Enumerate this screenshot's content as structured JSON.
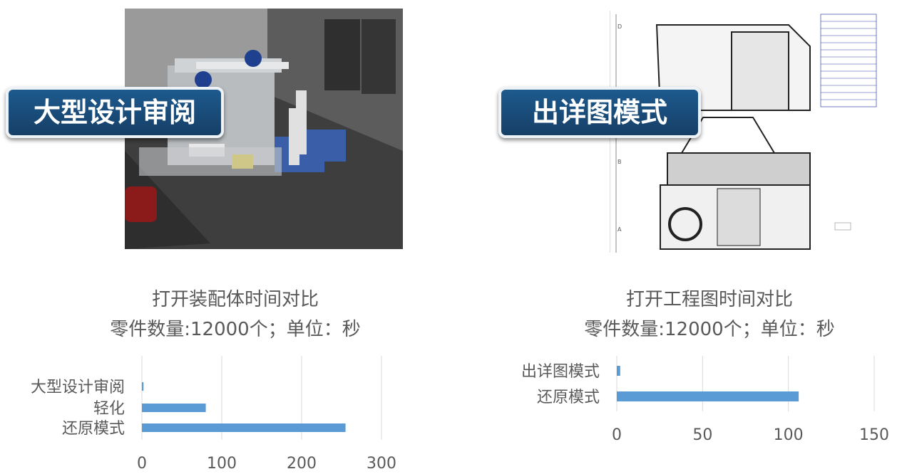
{
  "badges": {
    "left": "大型设计审阅",
    "right": "出详图模式"
  },
  "chart_data": [
    {
      "type": "bar",
      "orientation": "horizontal",
      "title": "打开装配体时间对比",
      "subtitle": "零件数量:12000个；单位：秒",
      "categories": [
        "大型设计审阅",
        "轻化",
        "还原模式"
      ],
      "values": [
        2,
        80,
        255
      ],
      "xlim": [
        0,
        300
      ],
      "xticks": [
        0,
        100,
        200,
        300
      ],
      "grid": true,
      "color": "#5b9bd5"
    },
    {
      "type": "bar",
      "orientation": "horizontal",
      "title": "打开工程图时间对比",
      "subtitle": "零件数量:12000个；单位：秒",
      "categories": [
        "出详图模式",
        "还原模式"
      ],
      "values": [
        2,
        106
      ],
      "xlim": [
        0,
        150
      ],
      "xticks": [
        0,
        50,
        100,
        150
      ],
      "grid": true,
      "color": "#5b9bd5"
    }
  ]
}
